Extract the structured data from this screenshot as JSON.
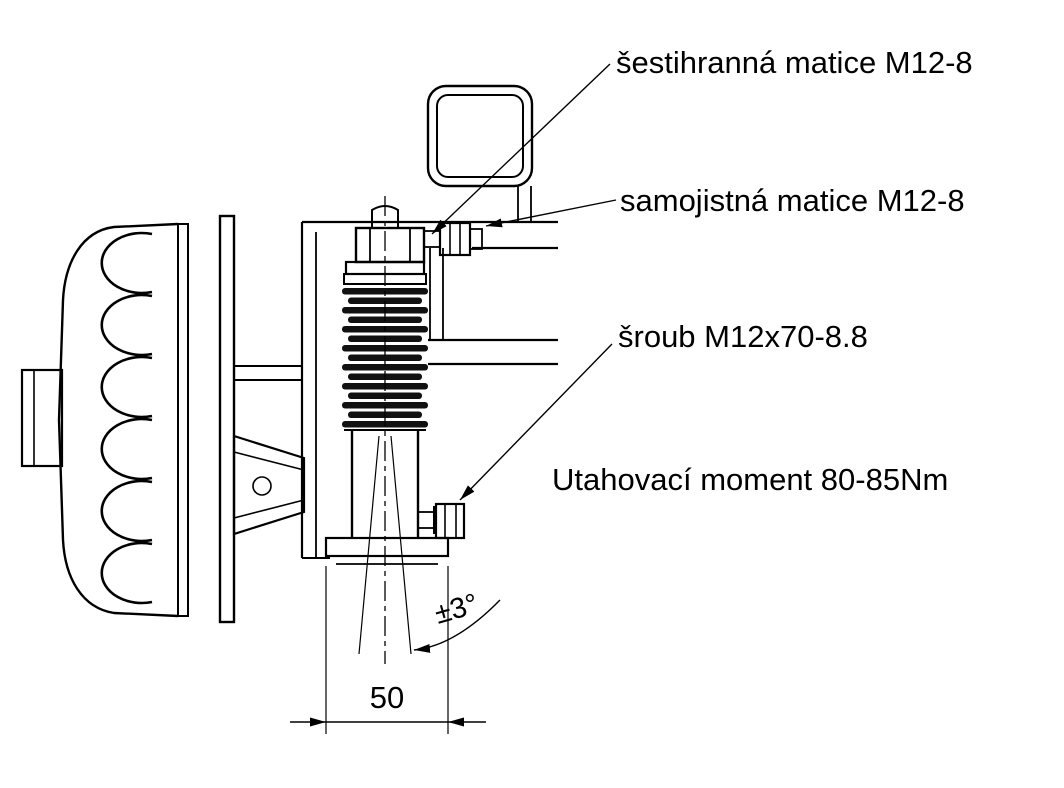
{
  "drawing": {
    "background": "#ffffff",
    "line_color": "#000000",
    "labels": {
      "hex_nut": "šestihranná matice M12-8",
      "self_locking_nut": "samojistná matice M12-8",
      "bolt": "šroub M12x70-8.8",
      "torque_note": "Utahovací moment 80-85Nm",
      "angle_tolerance": "±3°",
      "width_dimension": "50"
    }
  }
}
